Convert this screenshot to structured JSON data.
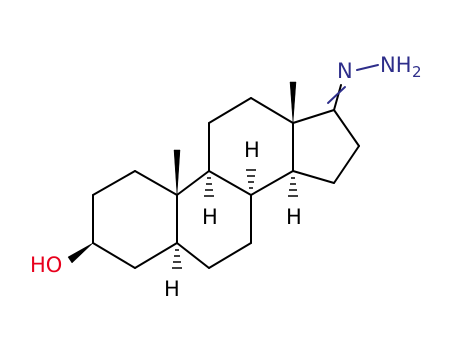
{
  "molecule": {
    "labels": {
      "hydroxyl": "HO",
      "hydrazone_n": "N",
      "hydrazone_nh": "NH",
      "hydrazone_sub": "2",
      "h_c5": "H",
      "h_c8": "H",
      "h_c9": "H",
      "h_c14": "H"
    },
    "colors": {
      "bond": "#000000",
      "nitrogen": "#2e2e8a",
      "oxygen": "#e8001c"
    }
  }
}
